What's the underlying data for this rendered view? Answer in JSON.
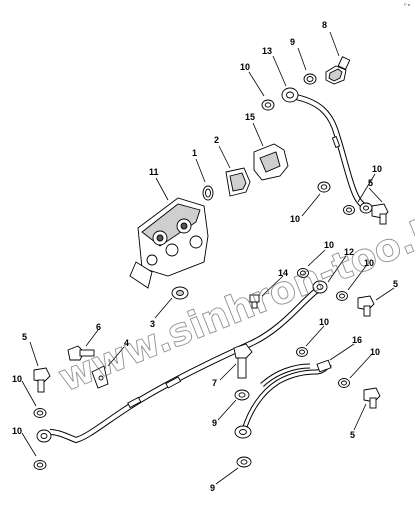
{
  "diagram": {
    "watermark": "www.sinhron-too.kz",
    "corner_code": "P ●",
    "callouts": [
      {
        "id": "c8a",
        "label": "8"
      },
      {
        "id": "c13",
        "label": "13"
      },
      {
        "id": "c9a",
        "label": "9"
      },
      {
        "id": "c10a",
        "label": "10"
      },
      {
        "id": "c15",
        "label": "15"
      },
      {
        "id": "c2",
        "label": "2"
      },
      {
        "id": "c1",
        "label": "1"
      },
      {
        "id": "c11",
        "label": "11"
      },
      {
        "id": "c10b",
        "label": "10"
      },
      {
        "id": "c10c",
        "label": "10"
      },
      {
        "id": "c5a",
        "label": "5"
      },
      {
        "id": "c10d",
        "label": "10"
      },
      {
        "id": "c12",
        "label": "12"
      },
      {
        "id": "c10e",
        "label": "10"
      },
      {
        "id": "c14",
        "label": "14"
      },
      {
        "id": "c5b",
        "label": "5"
      },
      {
        "id": "c3",
        "label": "3"
      },
      {
        "id": "c6",
        "label": "6"
      },
      {
        "id": "c4",
        "label": "4"
      },
      {
        "id": "c5c",
        "label": "5"
      },
      {
        "id": "c10f",
        "label": "10"
      },
      {
        "id": "c16",
        "label": "16"
      },
      {
        "id": "c10g",
        "label": "10"
      },
      {
        "id": "c10h",
        "label": "10"
      },
      {
        "id": "c7",
        "label": "7"
      },
      {
        "id": "c9b",
        "label": "9"
      },
      {
        "id": "c10i",
        "label": "10"
      },
      {
        "id": "c5d",
        "label": "5"
      },
      {
        "id": "c9c",
        "label": "9"
      }
    ]
  }
}
